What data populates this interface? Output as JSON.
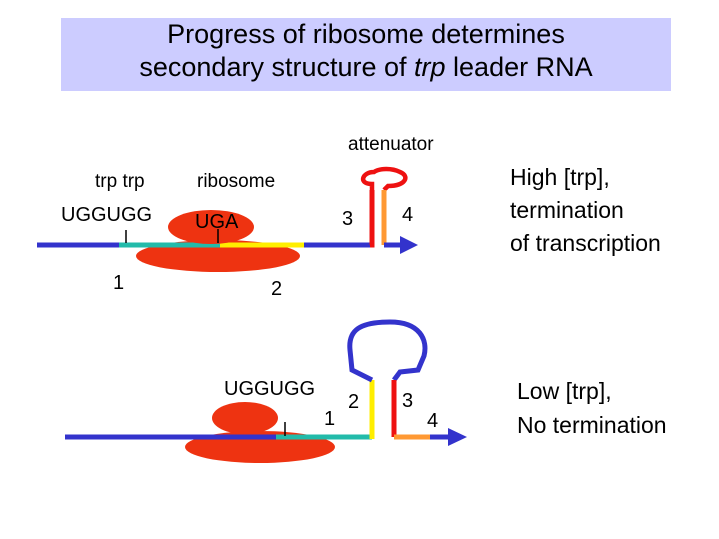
{
  "title": {
    "line1": "Progress of ribosome determines",
    "line2_prefix": "secondary structure of ",
    "line2_italic": "trp",
    "line2_suffix": " leader RNA"
  },
  "top_panel": {
    "attenuator_label": "attenuator",
    "trp_label": "trp trp",
    "ribosome_label": "ribosome",
    "codon_seq": "UGGUGG",
    "stop_codon": "UGA",
    "region1": "1",
    "region2": "2",
    "region3": "3",
    "region4": "4",
    "condition_line1": "High [trp],",
    "condition_line2": "termination",
    "condition_line3": "of transcription"
  },
  "bottom_panel": {
    "codon_seq": "UGGUGG",
    "region1": "1",
    "region2": "2",
    "region3": "3",
    "region4": "4",
    "condition_line1": "Low [trp],",
    "condition_line2": "No termination"
  },
  "colors": {
    "rna_backbone": "#3333cc",
    "ribosome": "#ee3311",
    "region1": "#22bbaa",
    "region2": "#ffee00",
    "region3": "#ee1111",
    "region4": "#ff9933",
    "title_bg": "#ccccff"
  }
}
